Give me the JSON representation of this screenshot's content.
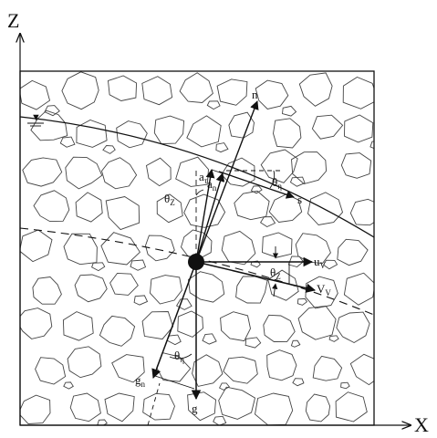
{
  "diagram": {
    "axes": {
      "z": "Z",
      "x": "X"
    },
    "labels": {
      "n": "n",
      "s": "s",
      "a_tau": {
        "base": "a",
        "sub": "τ"
      },
      "a_n": {
        "base": "a",
        "sub": "n"
      },
      "theta_z_upper": {
        "base": "θ",
        "sub": "Z"
      },
      "theta_eta_upper": {
        "base": "θ",
        "sub": "η"
      },
      "u_v": {
        "base": "u",
        "sub": "V"
      },
      "V_v": {
        "base": "V",
        "sub": "V"
      },
      "theta_z_right": {
        "base": "θ",
        "sub": "Z"
      },
      "theta_eta_lower": {
        "base": "θ",
        "sub": "η"
      },
      "g_n": {
        "base": "g",
        "sub": "n"
      },
      "g": "g"
    },
    "water_table_symbol": "▼",
    "colors": {
      "ink": "#111111",
      "grain": "#444444",
      "background": "#ffffff"
    }
  }
}
